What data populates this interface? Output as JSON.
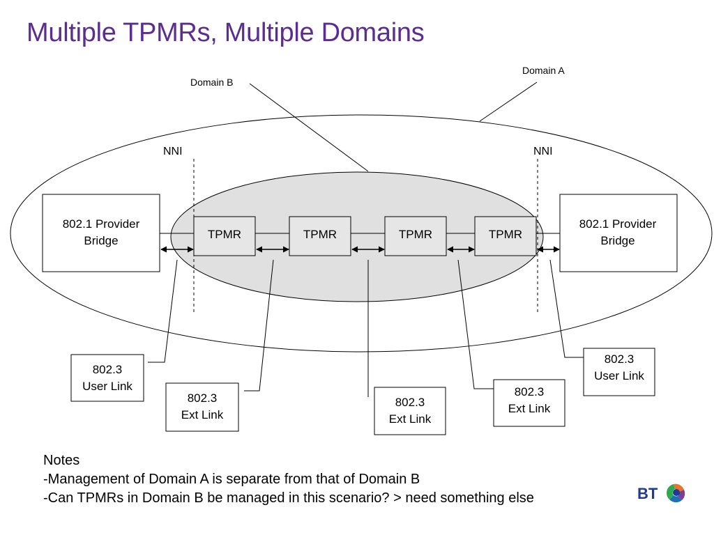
{
  "title": "Multiple TPMRs, Multiple Domains",
  "labels": {
    "domain_a": "Domain A",
    "domain_b": "Domain B",
    "nni_left": "NNI",
    "nni_right": "NNI"
  },
  "bridges": {
    "left": {
      "line1": "802.1 Provider",
      "line2": "Bridge"
    },
    "right": {
      "line1": "802.1 Provider",
      "line2": "Bridge"
    }
  },
  "tpmrs": [
    "TPMR",
    "TPMR",
    "TPMR",
    "TPMR"
  ],
  "links": [
    {
      "line1": "802.3",
      "line2": "User Link"
    },
    {
      "line1": "802.3",
      "line2": "Ext Link"
    },
    {
      "line1": "802.3",
      "line2": "Ext Link"
    },
    {
      "line1": "802.3",
      "line2": "Ext Link"
    },
    {
      "line1": "802.3",
      "line2": "User Link"
    }
  ],
  "notes": {
    "heading": "Notes",
    "line1": "-Management of Domain A is separate from that of Domain B",
    "line2": "-Can TPMRs in Domain B be managed in this scenario? > need something else"
  },
  "logo": {
    "text": "BT"
  },
  "colors": {
    "title": "#5b2d91",
    "domain_b_fill": "#e0e0e0",
    "logo_blue": "#1f3a93"
  }
}
